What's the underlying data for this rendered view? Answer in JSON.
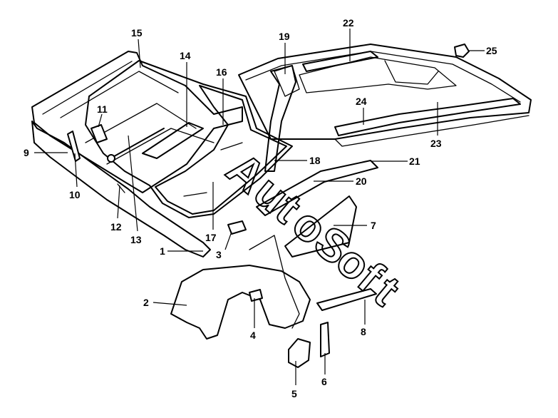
{
  "diagram": {
    "callouts": [
      "1",
      "2",
      "3",
      "4",
      "5",
      "6",
      "7",
      "8",
      "9",
      "10",
      "11",
      "12",
      "13",
      "14",
      "15",
      "16",
      "17",
      "18",
      "19",
      "20",
      "21",
      "22",
      "23",
      "24",
      "25"
    ],
    "watermark": [
      "A",
      "u",
      "t",
      "o",
      "S",
      "o",
      "f",
      "t"
    ]
  }
}
